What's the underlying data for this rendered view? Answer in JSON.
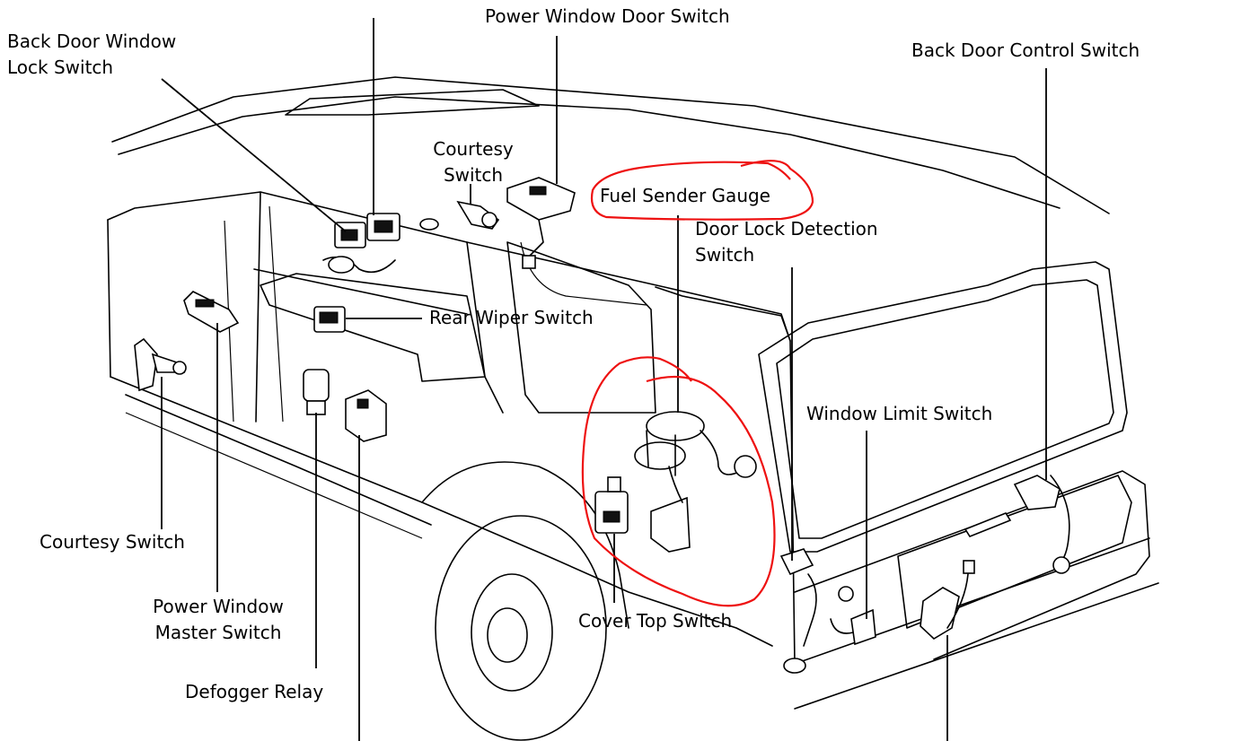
{
  "labels": {
    "back_door_window_lock_switch": [
      "Back Door Window",
      "Lock Switch"
    ],
    "power_window_door_switch": "Power Window Door Switch",
    "back_door_control_switch": "Back Door Control Switch",
    "courtesy_switch_upper": [
      "Courtesy",
      "Switch"
    ],
    "fuel_sender_gauge": "Fuel Sender Gauge",
    "door_lock_detection_switch": [
      "Door Lock Detection",
      "Switch"
    ],
    "rear_wiper_switch": "Rear Wiper Switch",
    "window_limit_switch": "Window Limit Switch",
    "courtesy_switch_lower": "Courtesy Switch",
    "power_window_master_switch": [
      "Power Window",
      "Master Switch"
    ],
    "cover_top_switch": "Cover Top Switch",
    "defogger_relay": "Defogger Relay"
  },
  "colors": {
    "line": "#000000",
    "annotation": "#e11111",
    "background": "#ffffff"
  }
}
